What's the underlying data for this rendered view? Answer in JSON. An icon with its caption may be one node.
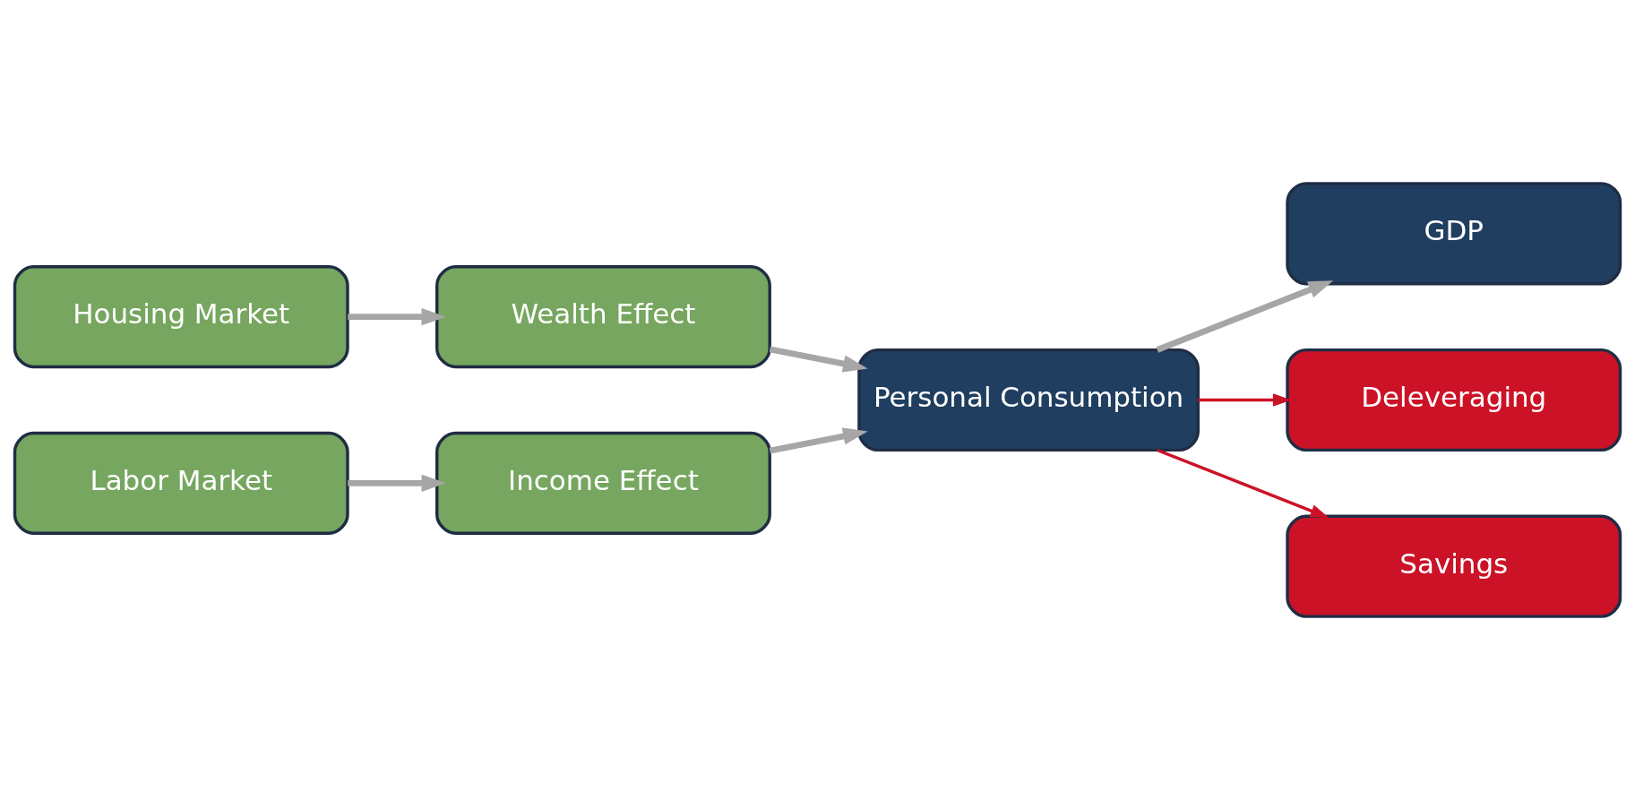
{
  "diagram": {
    "nodes": [
      {
        "text": [
          "Housing Market"
        ]
      },
      {
        "text": [
          "Wealth Effect"
        ]
      },
      {
        "text": [
          "Labor Market"
        ]
      },
      {
        "text": [
          "Income Effect"
        ]
      },
      {
        "text": [
          "Personal Consumption"
        ]
      },
      {
        "text": [
          "GDP"
        ]
      },
      {
        "text": [
          "Deleveraging"
        ]
      },
      {
        "text": [
          "Savings"
        ]
      }
    ],
    "edges": [
      {
        "from": 0,
        "to": 1,
        "arrow": "to"
      },
      {
        "from": 1,
        "to": 4,
        "arrow": "to"
      },
      {
        "from": 2,
        "to": 3,
        "arrow": "to"
      },
      {
        "from": 3,
        "to": 4,
        "arrow": "to"
      },
      {
        "from": 4,
        "to": 5,
        "arrow": "to"
      },
      {
        "from": 4,
        "to": 6,
        "arrow": "to",
        "color": "#cc1227"
      },
      {
        "from": 4,
        "to": 7,
        "arrow": "to",
        "color": "#cc1227"
      }
    ]
  }
}
